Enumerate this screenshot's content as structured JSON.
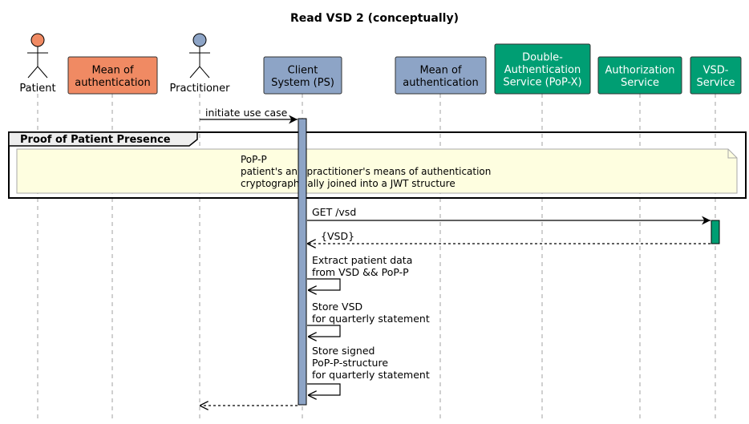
{
  "title": "Read VSD 2 (conceptually)",
  "colors": {
    "patient_fill": "#F08A63",
    "ps_fill": "#8DA4C6",
    "service_fill": "#009E73",
    "note_fill": "#FEFEE0",
    "lifeline": "#A0A0A0",
    "stroke": "#000000",
    "text_light": "#FFFFFF",
    "text_dark": "#000000"
  },
  "participants": [
    {
      "id": "patient",
      "kind": "actor",
      "lines": [
        "Patient"
      ],
      "color": "#F08A63"
    },
    {
      "id": "mean-auth-patient",
      "kind": "box",
      "lines": [
        "Mean of",
        "authentication"
      ],
      "color": "#F08A63",
      "text": "#000000"
    },
    {
      "id": "practitioner",
      "kind": "actor",
      "lines": [
        "Practitioner"
      ],
      "color": "#8DA4C6"
    },
    {
      "id": "client-system",
      "kind": "box",
      "lines": [
        "Client",
        "System (PS)"
      ],
      "color": "#8DA4C6",
      "text": "#000000"
    },
    {
      "id": "mean-auth-practitioner",
      "kind": "box",
      "lines": [
        "Mean of",
        "authentication"
      ],
      "color": "#8DA4C6",
      "text": "#000000"
    },
    {
      "id": "double-auth-service",
      "kind": "box",
      "lines": [
        "Double-",
        "Authentication",
        "Service (PoP-X)"
      ],
      "color": "#009E73",
      "text": "#FFFFFF"
    },
    {
      "id": "authorization-service",
      "kind": "box",
      "lines": [
        "Authorization",
        "Service"
      ],
      "color": "#009E73",
      "text": "#FFFFFF"
    },
    {
      "id": "vsd-service",
      "kind": "box",
      "lines": [
        "VSD-",
        "Service"
      ],
      "color": "#009E73",
      "text": "#FFFFFF"
    }
  ],
  "group": {
    "label": "Proof of Patient Presence"
  },
  "note": {
    "lines": [
      "PoP-P",
      "patient's and practitioner's means of authentication",
      "cryptographically joined into a JWT structure"
    ]
  },
  "messages": [
    {
      "id": "initiate-use-case",
      "from": "practitioner",
      "to": "client-system",
      "type": "sync",
      "lines": [
        "initiate use case"
      ]
    },
    {
      "id": "get-vsd",
      "from": "client-system",
      "to": "vsd-service",
      "type": "sync",
      "lines": [
        "GET /vsd"
      ]
    },
    {
      "id": "vsd-response",
      "from": "vsd-service",
      "to": "client-system",
      "type": "return",
      "lines": [
        "{VSD}"
      ]
    },
    {
      "id": "extract-patient-data",
      "from": "client-system",
      "to": "client-system",
      "type": "self",
      "lines": [
        "Extract patient data",
        "from VSD && PoP-P"
      ]
    },
    {
      "id": "store-vsd",
      "from": "client-system",
      "to": "client-system",
      "type": "self",
      "lines": [
        "Store VSD",
        "for quarterly statement"
      ]
    },
    {
      "id": "store-signed-pop",
      "from": "client-system",
      "to": "client-system",
      "type": "self",
      "lines": [
        "Store signed",
        "PoP-P-structure",
        "for quarterly statement"
      ]
    },
    {
      "id": "return-to-practitioner",
      "from": "client-system",
      "to": "practitioner",
      "type": "return",
      "lines": []
    }
  ]
}
